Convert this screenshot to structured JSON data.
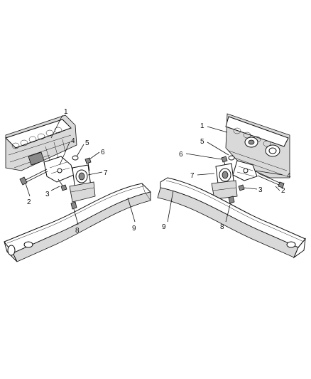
{
  "callouts": {
    "left": {
      "c1": "1",
      "c2": "2",
      "c3": "3",
      "c4": "4",
      "c5": "5",
      "c6": "6",
      "c7": "7",
      "c8": "8",
      "c9": "9"
    },
    "right": {
      "c1": "1",
      "c2": "2",
      "c3": "3",
      "c4": "4",
      "c5": "5",
      "c6": "6",
      "c7": "7",
      "c8": "8",
      "c9": "9"
    }
  }
}
